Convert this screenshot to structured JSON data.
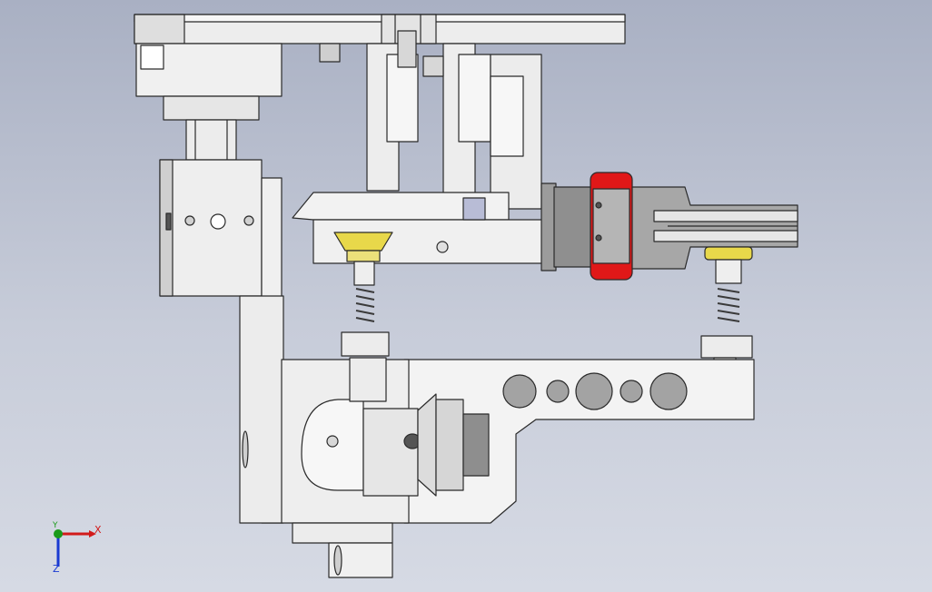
{
  "viewport": {
    "background_top": "#a9b0c3",
    "background_bottom": "#d6dae4"
  },
  "model": {
    "colors": {
      "part_light": "#f2f2f2",
      "part_mid": "#d9d9d9",
      "part_dark": "#8c8c8c",
      "outline": "#2a2a2a",
      "accent_red": "#e01818",
      "accent_yellow": "#e8d84a",
      "hole": "#9a9a9a"
    }
  },
  "triad": {
    "x_label": "X",
    "y_label": "Y",
    "z_label": "Z",
    "x_color": "#d21a1a",
    "y_color": "#1a9a1a",
    "z_color": "#1a3ad2"
  }
}
